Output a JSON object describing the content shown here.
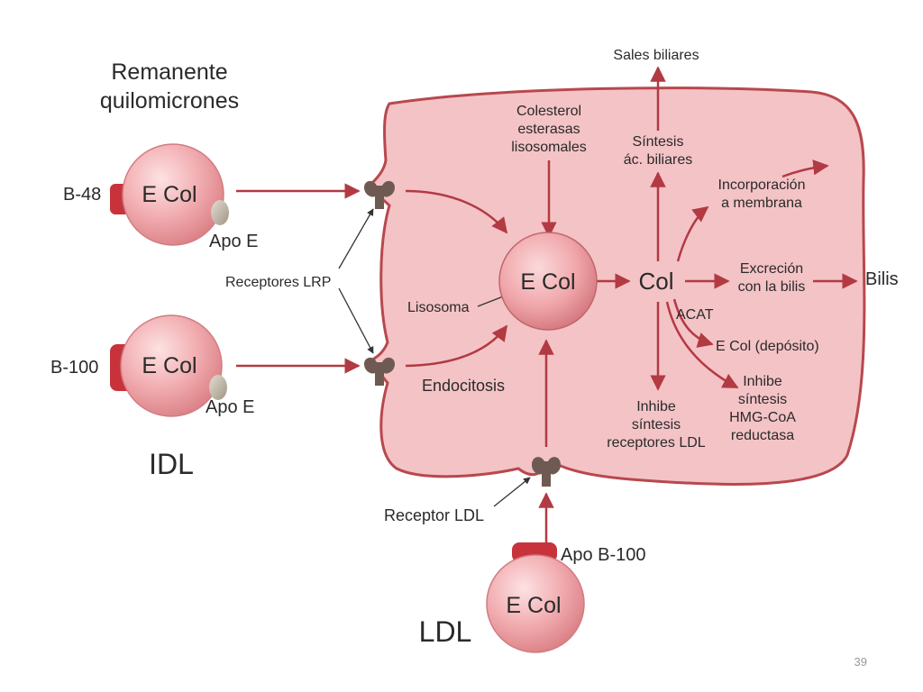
{
  "labels": {
    "remanente_line1": "Remanente",
    "remanente_line2": "quilomicrones",
    "ecol": "E Col",
    "b48": "B-48",
    "b100": "B-100",
    "apoe": "Apo E",
    "apob100": "Apo B-100",
    "idl": "IDL",
    "ldl": "LDL",
    "receptores_lrp": "Receptores LRP",
    "receptor_ldl": "Receptor LDL",
    "lisosoma": "Lisosoma",
    "endocitosis": "Endocitosis",
    "colesterol_l1": "Colesterol",
    "colesterol_l2": "esterasas",
    "colesterol_l3": "lisosomales",
    "col": "Col",
    "sales_biliares": "Sales biliares",
    "sintesis_l1": "Síntesis",
    "sintesis_l2": "ác. biliares",
    "incorp_l1": "Incorporación",
    "incorp_l2": "a membrana",
    "excrecion_l1": "Excreción",
    "excrecion_l2": "con la bilis",
    "bilis": "Bilis",
    "acat": "ACAT",
    "deposito": "E Col (depósito)",
    "inhibe_hmg_l1": "Inhibe",
    "inhibe_hmg_l2": "síntesis",
    "inhibe_hmg_l3": "HMG-CoA",
    "inhibe_hmg_l4": "reductasa",
    "inhibe_ldl_l1": "Inhibe",
    "inhibe_ldl_l2": "síntesis",
    "inhibe_ldl_l3": "receptores LDL"
  },
  "slide": {
    "page_number": "39"
  },
  "colors": {
    "cell_fill": "#f4c3c6",
    "cell_stroke": "#b8484e",
    "arrow": "#b23a42",
    "particle_fill": "#f1a9ad",
    "apo_red": "#c8333b",
    "apo_grey": "#bdb5a6",
    "receptor": "#6e5a53",
    "text": "#2a2a2a"
  }
}
